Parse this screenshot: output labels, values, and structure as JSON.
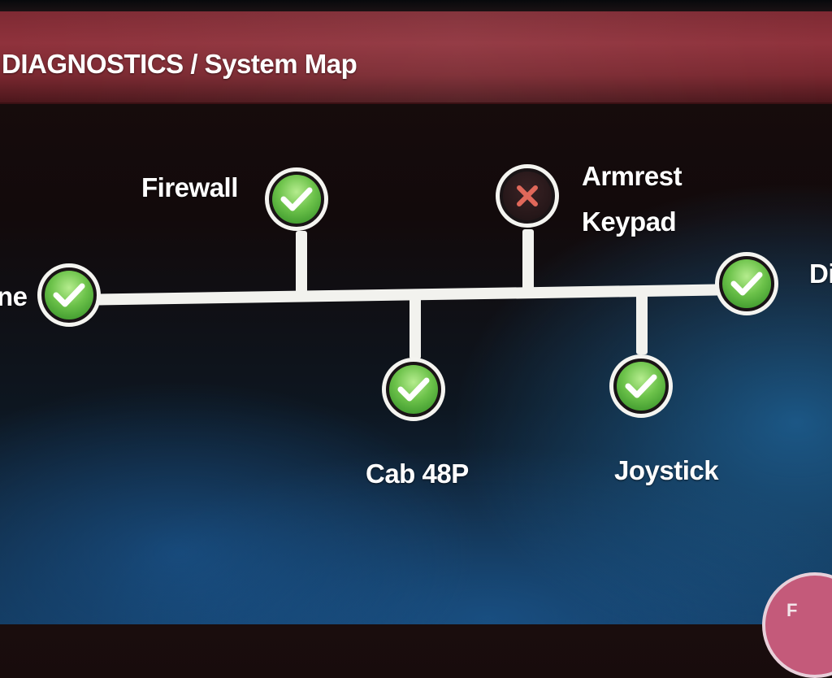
{
  "header": {
    "title": "DIAGNOSTICS / System Map"
  },
  "nodes": {
    "left": {
      "label": "ne",
      "status": "ok"
    },
    "firewall": {
      "label": "Firewall",
      "status": "ok"
    },
    "armrest": {
      "label_line1": "Armrest",
      "label_line2": "Keypad",
      "status": "fail"
    },
    "right": {
      "label": "Di",
      "status": "ok"
    },
    "cab": {
      "label": "Cab 48P",
      "status": "ok"
    },
    "joystick": {
      "label": "Joystick",
      "status": "ok"
    }
  },
  "fab": {
    "label": "F"
  },
  "colors": {
    "header": "#8f323c",
    "ok": "#6cc24a",
    "fail": "#e0685a",
    "bus": "#f2f2ee"
  },
  "icons": {
    "ok": "checkmark-icon",
    "fail": "x-icon"
  }
}
